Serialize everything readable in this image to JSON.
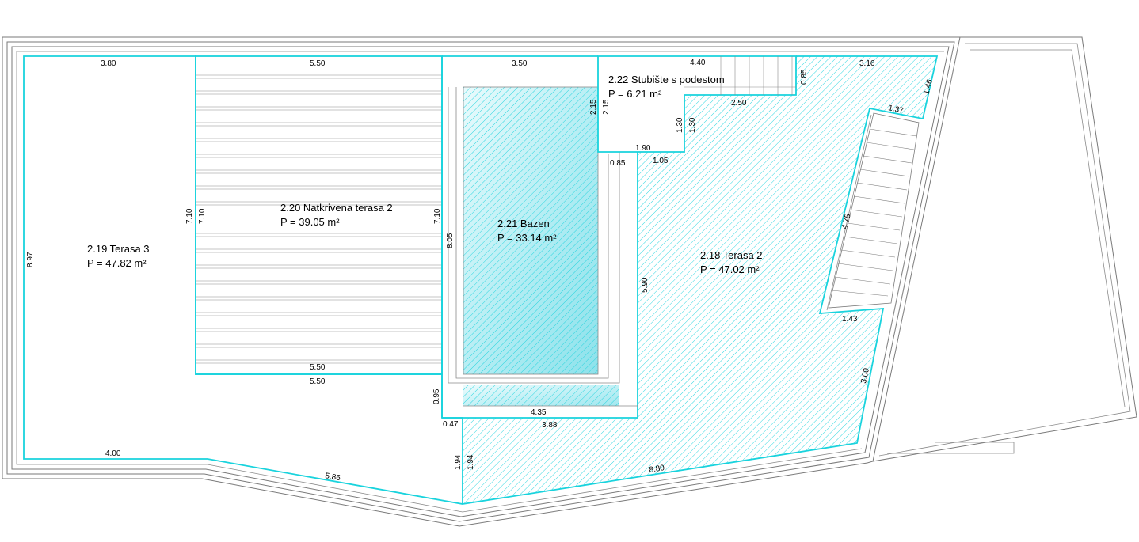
{
  "rooms": {
    "terasa3": {
      "name": "2.19 Terasa 3",
      "area": "P = 47.82 m²"
    },
    "natkrivena": {
      "name": "2.20 Natkrivena terasa 2",
      "area": "P = 39.05 m²"
    },
    "bazen": {
      "name": "2.21 Bazen",
      "area": "P = 33.14 m²"
    },
    "stubiste": {
      "name": "2.22 Stubište s podestom",
      "area": "P = 6.21 m²"
    },
    "terasa2": {
      "name": "2.18 Terasa 2",
      "area": "P = 47.02 m²"
    }
  },
  "dimensions": {
    "top_380": "3.80",
    "top_550": "5.50",
    "top_350": "3.50",
    "top_440": "4.40",
    "top_316": "3.16",
    "right_146": "1.46",
    "stair_137": "1.37",
    "stair_085": "0.85",
    "stair_250": "2.50",
    "stair_215a": "2.15",
    "stair_215b": "2.15",
    "stair_130a": "1.30",
    "stair_130b": "1.30",
    "stair_190": "1.90",
    "pool_085": "0.85",
    "pool_105": "1.05",
    "left_897": "8.97",
    "cov_710a": "7.10",
    "cov_710b": "7.10",
    "cov_710c": "7.10",
    "pool_805": "8.05",
    "pool_590": "5.90",
    "right_475": "4.75",
    "right_143": "1.43",
    "right_300": "3.00",
    "cov_550b": "5.50",
    "cov_550c": "5.50",
    "pool_095": "0.95",
    "pool_435": "4.35",
    "pool_047": "0.47",
    "pool_388": "3.88",
    "bot_400": "4.00",
    "bot_586": "5.86",
    "bot_194a": "1.94",
    "bot_194b": "1.94",
    "bot_880": "8.80"
  },
  "colors": {
    "hatch": "#19d3dd",
    "pool_fill": "#9fe8f0",
    "outline": "#7a7a7a"
  }
}
